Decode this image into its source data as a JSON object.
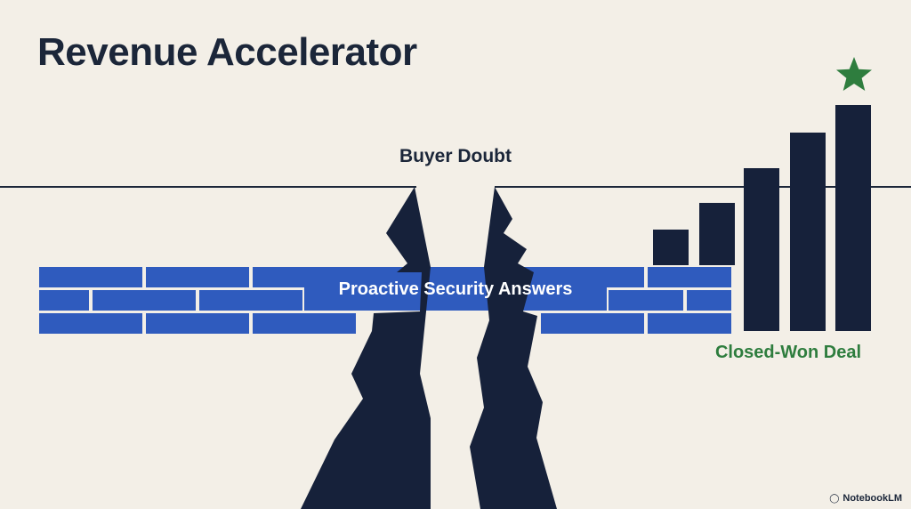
{
  "title": "Revenue Accelerator",
  "chasm_label": "Buyer Doubt",
  "bridge_label": "Proactive Security Answers",
  "goal_label": "Closed-Won Deal",
  "watermark": "NotebookLM",
  "icons": {
    "goal": "star-icon",
    "watermark": "notebooklm-logo-icon"
  },
  "colors": {
    "background": "#f3efe7",
    "text": "#1b2639",
    "bars": "#16213a",
    "cliff": "#16213a",
    "bricks": "#2f5bbe",
    "brick_mortar": "#f3efe7",
    "bridge_text": "#ffffff",
    "goal": "#2e7d3e"
  }
}
